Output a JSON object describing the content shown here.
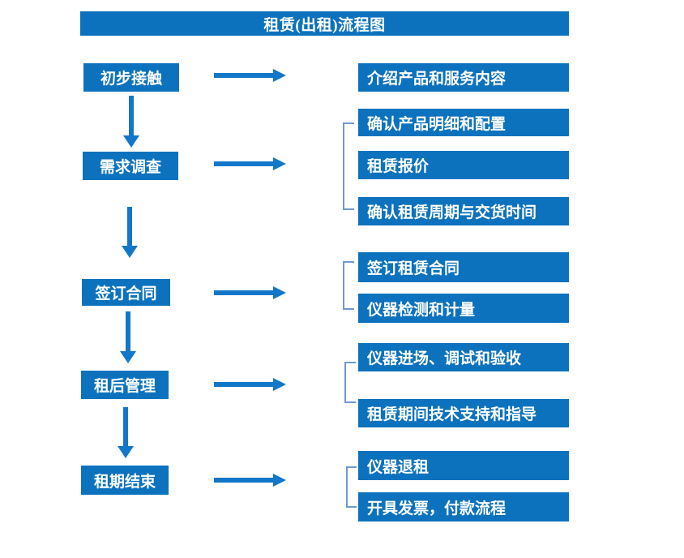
{
  "title": "租赁(出租)流程图",
  "colors": {
    "box_blue": "#0d72bd",
    "arrow_blue": "#1277c9",
    "bracket_blue": "#7099cf",
    "text": "#ffffff",
    "background": "#ffffff"
  },
  "stages": [
    {
      "label": "初步接触"
    },
    {
      "label": "需求调查"
    },
    {
      "label": "签订合同"
    },
    {
      "label": "租后管理"
    },
    {
      "label": "租期结束"
    }
  ],
  "details": [
    {
      "label": "介绍产品和服务内容"
    },
    {
      "label": "确认产品明细和配置"
    },
    {
      "label": "租赁报价"
    },
    {
      "label": "确认租赁周期与交货时间"
    },
    {
      "label": "签订租赁合同"
    },
    {
      "label": "仪器检测和计量"
    },
    {
      "label": "仪器进场、调试和验收"
    },
    {
      "label": "租赁期间技术支持和指导"
    },
    {
      "label": "仪器退租"
    },
    {
      "label": "开具发票，付款流程"
    }
  ]
}
